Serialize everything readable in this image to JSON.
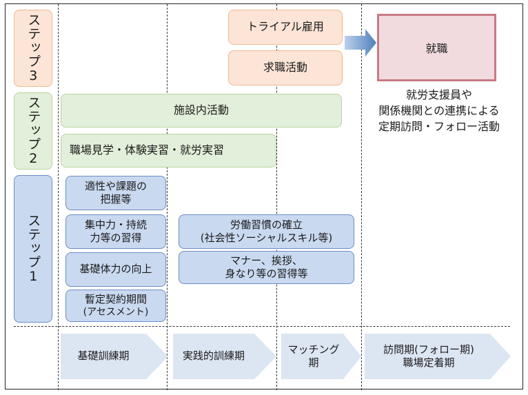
{
  "steps": {
    "step3": "ステップ3",
    "step2": "ステップ2",
    "step1": "ステップ1"
  },
  "step3_boxes": {
    "trial": "トライアル雇用",
    "job_search": "求職活動"
  },
  "employment": {
    "label": "就職",
    "follow_up_line1": "就労支援員や",
    "follow_up_line2": "関係機関との連携による",
    "follow_up_line3": "定期訪問・フォロー活動"
  },
  "step2_boxes": {
    "in_facility": "施設内活動",
    "workplace": "職場見学・体験実習・就労実習"
  },
  "step1_boxes": {
    "aptitude_l1": "適性や課題の",
    "aptitude_l2": "把握等",
    "focus_l1": "集中力・持続",
    "focus_l2": "力等の習得",
    "stamina": "基礎体力の向上",
    "provisional_l1": "暫定契約期間",
    "provisional_l2": "(アセスメント)",
    "work_habit_l1": "労働習慣の確立",
    "work_habit_l2": "(社会性ソーシャルスキル等)",
    "manners_l1": "マナー、挨拶、",
    "manners_l2": "身なり等の習得等"
  },
  "phases": {
    "basic": "基礎訓練期",
    "practical": "実践的訓練期",
    "matching_l1": "マッチング",
    "matching_l2": "期",
    "visit_l1": "訪問期(フォロー期)",
    "visit_l2": "職場定着期"
  },
  "colors": {
    "step3": "#fce4d6",
    "step2": "#e2efda",
    "step1": "#c9d9f0",
    "employment": "#f2dbdf",
    "employment_border": "#c87a83",
    "phase_arrow": "#dce6f2",
    "transition_arrow": "#4f81bd"
  }
}
